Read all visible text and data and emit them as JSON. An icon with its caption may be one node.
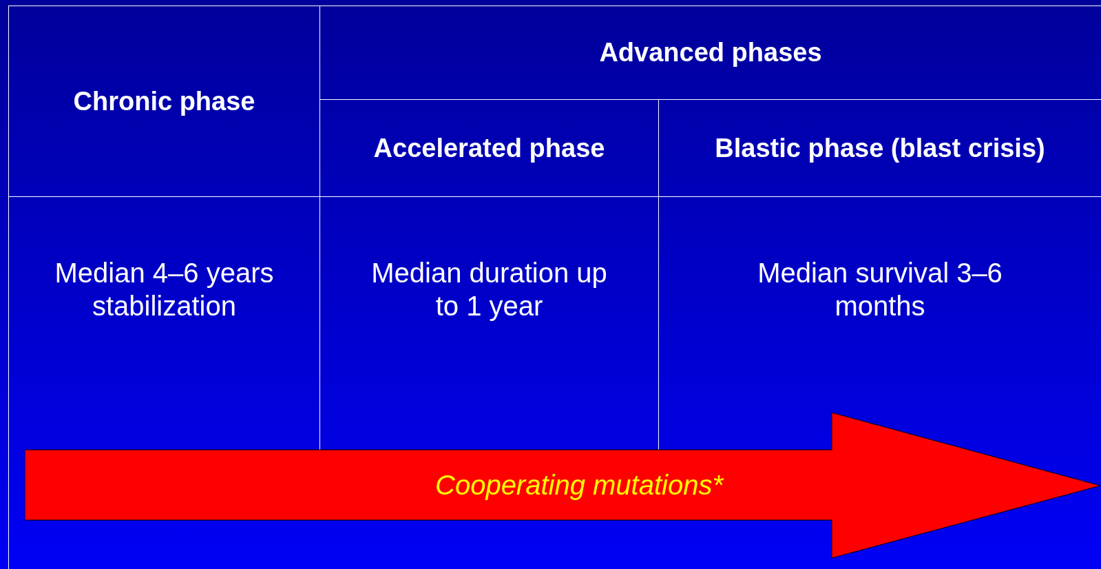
{
  "diagram": {
    "nodes": [
      {
        "text": [
          "Chronic phase"
        ]
      },
      {
        "text": [
          "Advanced phases"
        ]
      },
      {
        "text": [
          "Accelerated phase"
        ]
      },
      {
        "text": [
          "Blastic phase (blast crisis)"
        ]
      },
      {
        "text": [
          "Median 4–6 years stabilization"
        ]
      },
      {
        "text": [
          "Median duration up to 1 year"
        ]
      },
      {
        "text": [
          "Median survival 3–6 months"
        ]
      },
      {
        "text": [
          "Cooperating mutations*"
        ]
      }
    ]
  }
}
